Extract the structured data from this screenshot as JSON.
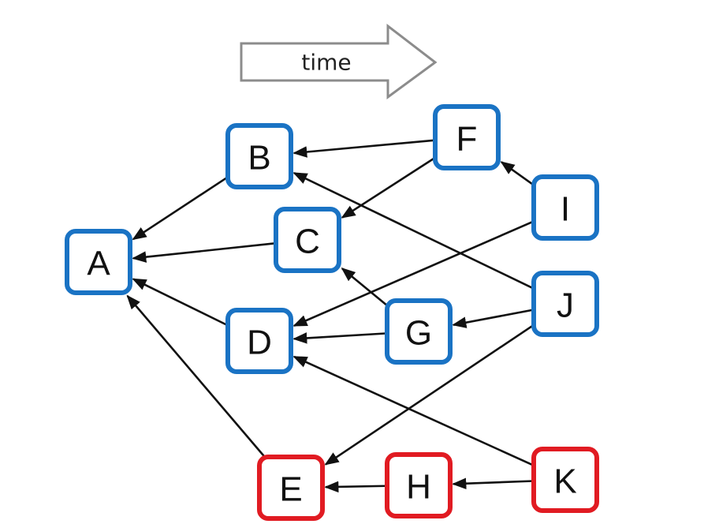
{
  "time_arrow": {
    "label": "time"
  },
  "colors": {
    "blue_border": "#1a73c4",
    "red_border": "#e11b22",
    "edge": "#111111",
    "arrow_outline": "#8c8c8c"
  },
  "nodes": [
    {
      "id": "A",
      "label": "A",
      "color": "blue"
    },
    {
      "id": "B",
      "label": "B",
      "color": "blue"
    },
    {
      "id": "C",
      "label": "C",
      "color": "blue"
    },
    {
      "id": "D",
      "label": "D",
      "color": "blue"
    },
    {
      "id": "E",
      "label": "E",
      "color": "red"
    },
    {
      "id": "F",
      "label": "F",
      "color": "blue"
    },
    {
      "id": "G",
      "label": "G",
      "color": "blue"
    },
    {
      "id": "H",
      "label": "H",
      "color": "red"
    },
    {
      "id": "I",
      "label": "I",
      "color": "blue"
    },
    {
      "id": "J",
      "label": "J",
      "color": "blue"
    },
    {
      "id": "K",
      "label": "K",
      "color": "red"
    }
  ],
  "edges": [
    {
      "from": "B",
      "to": "A"
    },
    {
      "from": "C",
      "to": "A"
    },
    {
      "from": "D",
      "to": "A"
    },
    {
      "from": "E",
      "to": "A"
    },
    {
      "from": "F",
      "to": "B"
    },
    {
      "from": "F",
      "to": "C"
    },
    {
      "from": "G",
      "to": "C"
    },
    {
      "from": "G",
      "to": "D"
    },
    {
      "from": "I",
      "to": "F"
    },
    {
      "from": "I",
      "to": "D"
    },
    {
      "from": "J",
      "to": "B"
    },
    {
      "from": "J",
      "to": "G"
    },
    {
      "from": "J",
      "to": "E"
    },
    {
      "from": "K",
      "to": "D"
    },
    {
      "from": "K",
      "to": "H"
    },
    {
      "from": "H",
      "to": "E"
    }
  ]
}
